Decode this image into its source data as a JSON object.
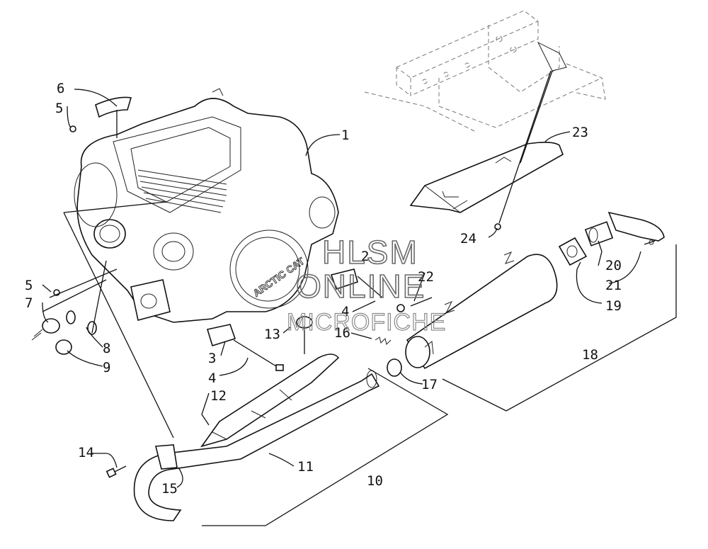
{
  "callouts": [
    "1",
    "2",
    "3",
    "4",
    "4",
    "5",
    "5",
    "6",
    "7",
    "8",
    "9",
    "10",
    "11",
    "12",
    "13",
    "14",
    "15",
    "16",
    "17",
    "18",
    "19",
    "20",
    "21",
    "22",
    "23",
    "24"
  ],
  "watermark": {
    "line1": "HLSM",
    "line2": "ONLINE",
    "line3": "MICROFICHE"
  }
}
